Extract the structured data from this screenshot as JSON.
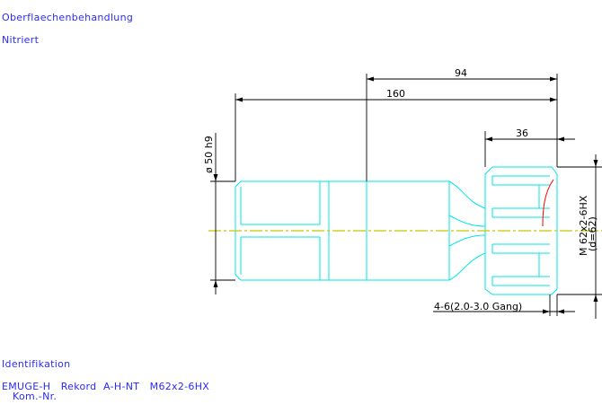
{
  "surface_treatment": {
    "heading": "Oberflaechenbehandlung",
    "value": "Nitriert"
  },
  "identification": {
    "heading": "Identifikation",
    "line1": "EMUGE-H   Rekord  A-H-NT   M62x2-6HX",
    "line2": "Kom.-Nr."
  },
  "drawing": {
    "dim_overall_short": "94",
    "dim_overall_long": "160",
    "dim_thread_length": "36",
    "dim_diameter": "ø 50 h9",
    "dim_thread_spec": "M 62x2-6HX",
    "dim_thread_d": "(d=62)",
    "dim_chamfer": "4-6(2.0-3.0 Gang)"
  },
  "colors": {
    "text": "#2a2aff",
    "part_outline": "#00e5e5",
    "centerline": "#c8c800",
    "dimension_lines": "#000000",
    "highlight": "#ff0000"
  }
}
